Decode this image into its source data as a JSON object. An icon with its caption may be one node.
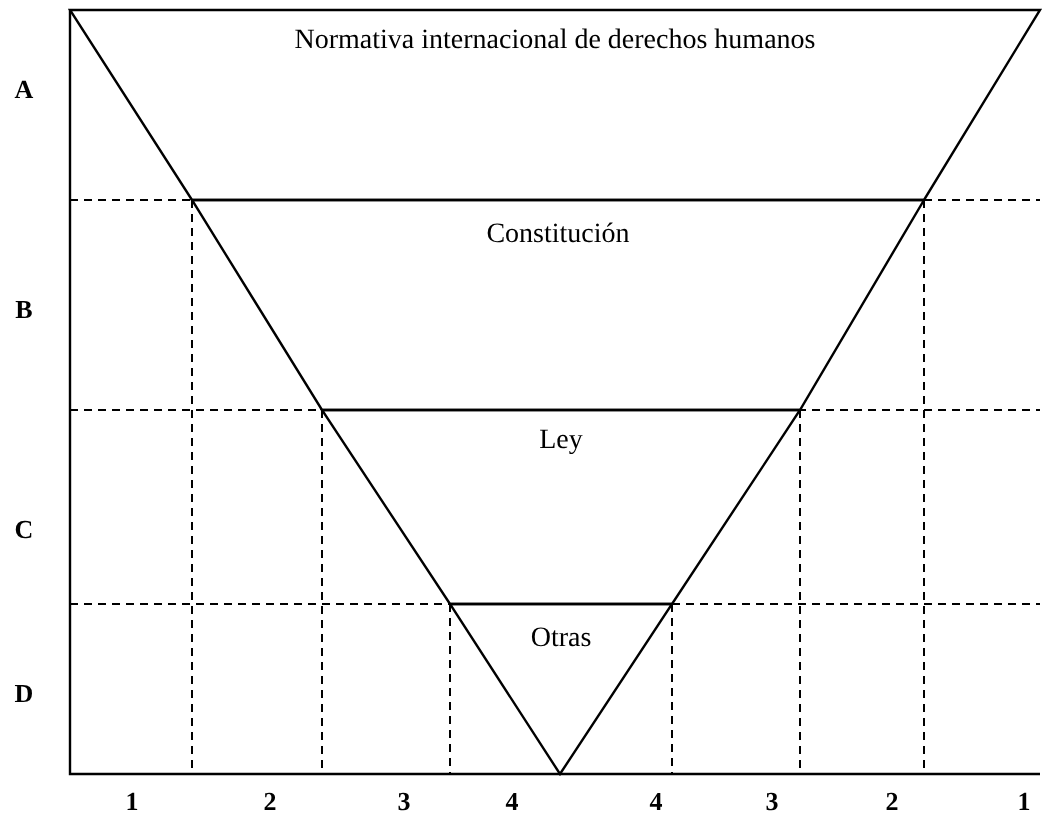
{
  "diagram": {
    "nodes": [
      {
        "text": [
          "Normativa internacional de derechos humanos"
        ]
      },
      {
        "text": [
          "Constitución"
        ]
      },
      {
        "text": [
          "Ley"
        ]
      },
      {
        "text": [
          "Otras"
        ]
      }
    ],
    "labels": [
      "A",
      "B",
      "C",
      "D",
      "1",
      "2",
      "3",
      "4",
      "4",
      "3",
      "2",
      "1"
    ]
  }
}
